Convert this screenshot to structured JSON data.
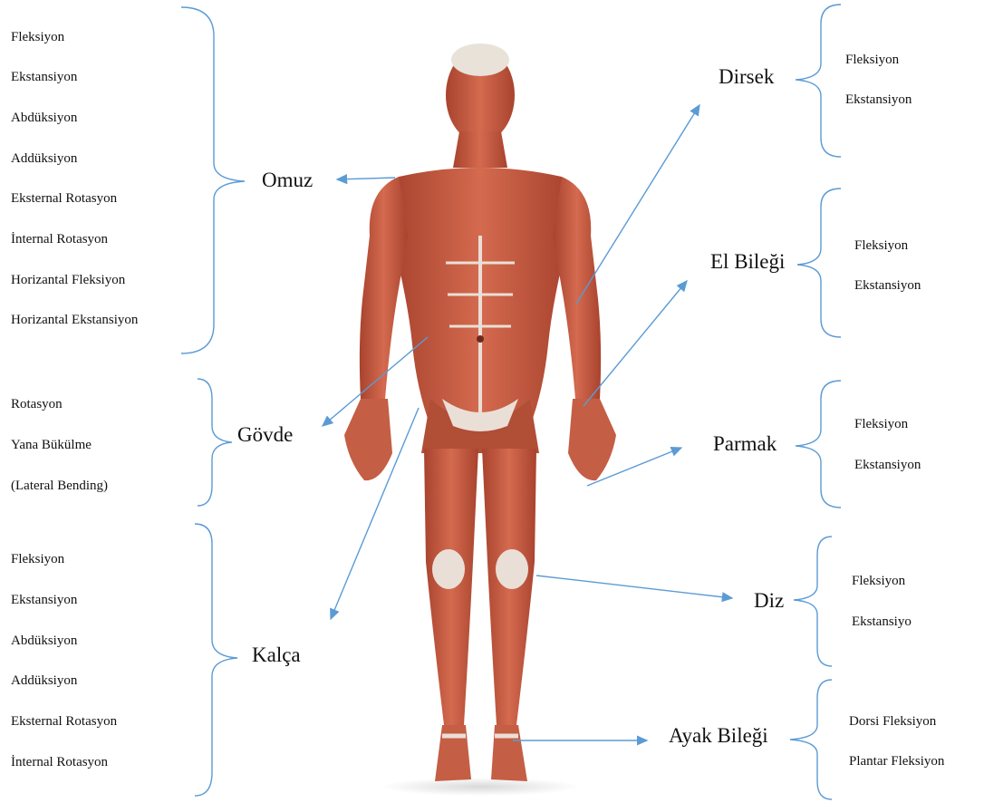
{
  "regions": {
    "omuz": {
      "title": "Omuz",
      "movements": [
        "Fleksiyon",
        "Ekstansiyon",
        "Abdüksiyon",
        "Addüksiyon",
        "Eksternal Rotasyon",
        "İnternal Rotasyon",
        "Horizantal Fleksiyon",
        "Horizantal Ekstansiyon"
      ]
    },
    "govde": {
      "title": "Gövde",
      "movements": [
        "Rotasyon",
        "Yana Bükülme",
        "(Lateral Bending)"
      ]
    },
    "kalca": {
      "title": "Kalça",
      "movements": [
        "Fleksiyon",
        "Ekstansiyon",
        "Abdüksiyon",
        "Addüksiyon",
        "Eksternal Rotasyon",
        "İnternal Rotasyon"
      ]
    },
    "dirsek": {
      "title": "Dirsek",
      "movements": [
        "Fleksiyon",
        "Ekstansiyon"
      ]
    },
    "el_bilegi": {
      "title": "El Bileği",
      "movements": [
        "Fleksiyon",
        "Ekstansiyon"
      ]
    },
    "parmak": {
      "title": "Parmak",
      "movements": [
        "Fleksiyon",
        "Ekstansiyon"
      ]
    },
    "diz": {
      "title": "Diz",
      "movements": [
        "Fleksiyon",
        "Ekstansiyo"
      ]
    },
    "ayak_bilegi": {
      "title": "Ayak Bileği",
      "movements": [
        "Dorsi Fleksiyon",
        "Plantar Fleksiyon"
      ]
    }
  },
  "colors": {
    "brace": "#5b9bd5",
    "arrow": "#5b9bd5",
    "muscle": "#c8553d",
    "muscle_dark": "#9e3a28",
    "tendon": "#eadfd6",
    "text": "#111111"
  }
}
